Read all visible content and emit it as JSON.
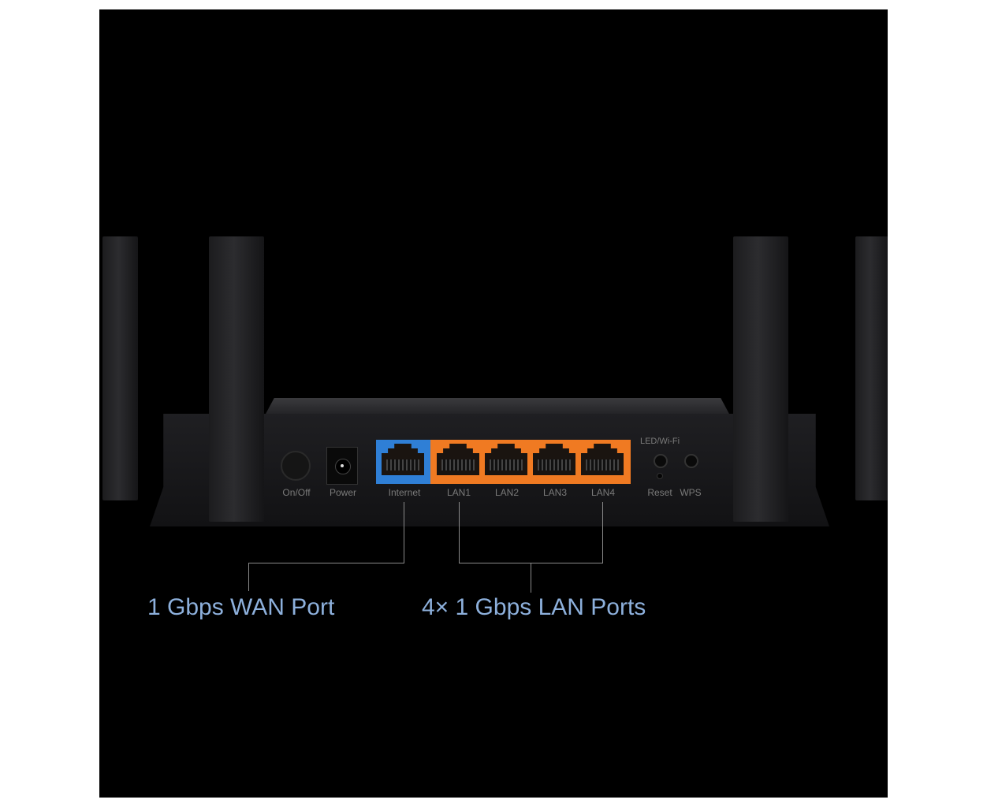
{
  "ports": {
    "switch_label": "On/Off",
    "power_label": "Power",
    "internet_label": "Internet",
    "lan_labels": [
      "LAN1",
      "LAN2",
      "LAN3",
      "LAN4"
    ],
    "led_label": "LED/Wi-Fi",
    "reset_label": "Reset",
    "wps_label": "WPS"
  },
  "captions": {
    "wan": "1 Gbps WAN Port",
    "lan": "4× 1 Gbps LAN Ports"
  },
  "colors": {
    "wan_port": "#2f7fd6",
    "lan_port": "#f07a22",
    "caption": "#8db0dc"
  }
}
